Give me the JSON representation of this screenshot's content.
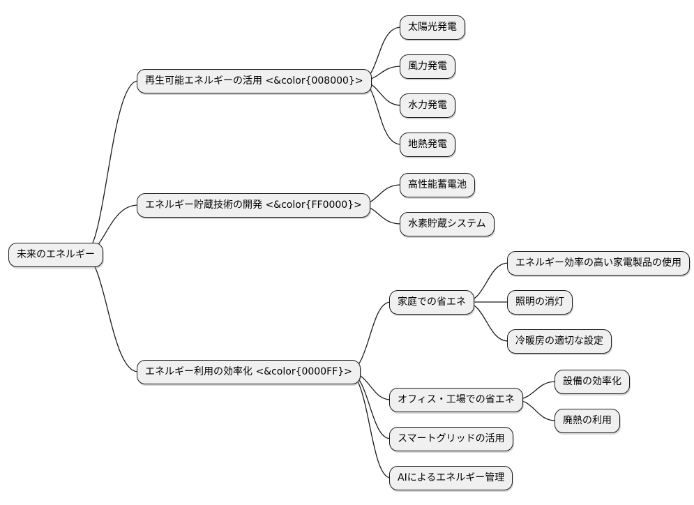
{
  "diagram": {
    "type": "mindmap",
    "title": "未来のエネルギー mind map",
    "style": {
      "background": "#ffffff",
      "node_fill": "#f0f0f0",
      "node_border": "#1a1a1a",
      "line_color": "#1a1a1a",
      "text_color": "#000000",
      "referenced_colors": {
        "green": "#008000",
        "red": "#FF0000",
        "blue": "#0000FF"
      }
    },
    "root": {
      "label": "未来のエネルギー",
      "children": [
        {
          "label": "再生可能エネルギーの活用 <&color{008000}>",
          "children": [
            {
              "label": "太陽光発電"
            },
            {
              "label": "風力発電"
            },
            {
              "label": "水力発電"
            },
            {
              "label": "地熱発電"
            }
          ]
        },
        {
          "label": "エネルギー貯蔵技術の開発 <&color{FF0000}>",
          "children": [
            {
              "label": "高性能蓄電池"
            },
            {
              "label": "水素貯蔵システム"
            }
          ]
        },
        {
          "label": "エネルギー利用の効率化 <&color{0000FF}>",
          "children": [
            {
              "label": "家庭での省エネ",
              "children": [
                {
                  "label": "エネルギー効率の高い家電製品の使用"
                },
                {
                  "label": "照明の消灯"
                },
                {
                  "label": "冷暖房の適切な設定"
                }
              ]
            },
            {
              "label": "オフィス・工場での省エネ",
              "children": [
                {
                  "label": "設備の効率化"
                },
                {
                  "label": "廃熱の利用"
                }
              ]
            },
            {
              "label": "スマートグリッドの活用"
            },
            {
              "label": "AIによるエネルギー管理"
            }
          ]
        }
      ]
    }
  }
}
